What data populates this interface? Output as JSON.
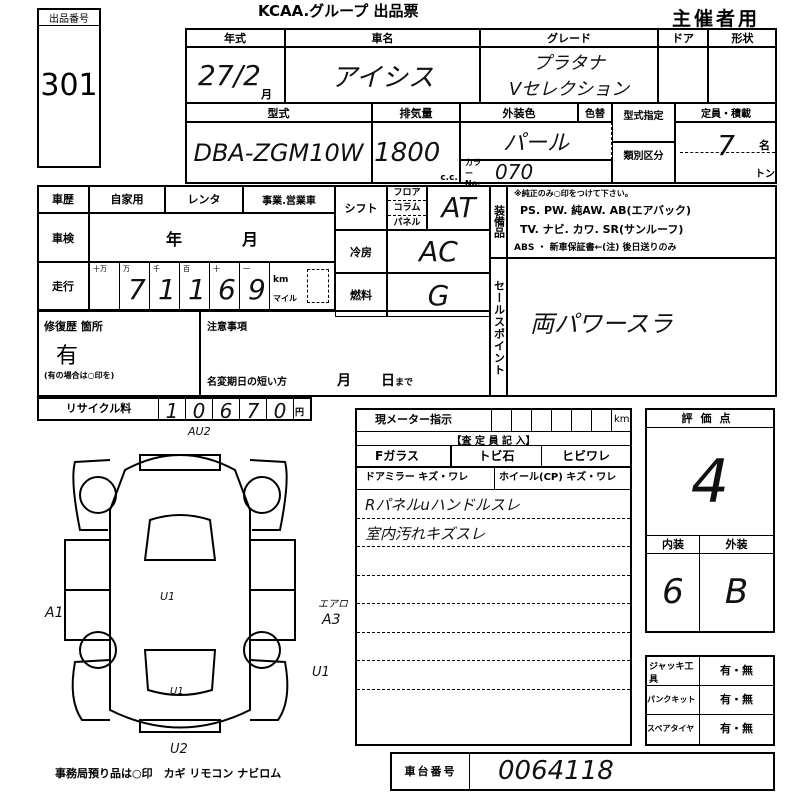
{
  "header": {
    "lot_label": "出品番号",
    "lot_number": "301",
    "title": "KCAA.グループ 出品票",
    "usage": "主催者用"
  },
  "vehicle": {
    "year_label": "年式",
    "year": "27/2",
    "month_suffix": "月",
    "name_label": "車名",
    "name": "アイシス",
    "grade_label": "グレード",
    "grade_line1": "プラタナ",
    "grade_line2": "Vセレクション",
    "door_label": "ドア",
    "shape_label": "形状",
    "model_label": "型式",
    "model": "DBA-ZGM10W",
    "displacement_label": "排気量",
    "displacement": "1800",
    "cc": "c.c.",
    "color_label": "外装色",
    "color": "パール",
    "color_change_label": "色替",
    "color_no_label": "カラーNo.",
    "color_no": "070",
    "type_designation_label": "型式指定",
    "class_label": "類別区分",
    "capacity_label": "定員・積載",
    "capacity": "7",
    "capacity_unit": "名",
    "load_unit": "トン"
  },
  "history": {
    "label": "車歴",
    "opt1": "自家用",
    "opt2": "レンタ",
    "opt3": "事業.営業車",
    "inspection_label": "車検",
    "year_unit": "年",
    "month_unit": "月",
    "mileage_label": "走行",
    "digit_labels": [
      "十万",
      "万",
      "千",
      "百",
      "十",
      "一"
    ],
    "mileage_digits": [
      "",
      "7",
      "1",
      "1",
      "6",
      "9"
    ],
    "km": "km",
    "mile": "マイル"
  },
  "drive": {
    "shift_label": "シフト",
    "shift_opts": [
      "フロア",
      "コラム",
      "パネル"
    ],
    "shift": "AT",
    "ac_label": "冷房",
    "ac": "AC",
    "fuel_label": "燃料",
    "fuel": "G"
  },
  "equipment": {
    "label": "装備品",
    "note": "※純正のみ○印をつけて下さい。",
    "line1": "PS. PW. 純AW. AB(エアバック)",
    "line2": "TV. ナビ. カワ. SR(サンルーフ)",
    "line3": "ABS ・ 新車保証書←(注) 後日送りのみ"
  },
  "sales_point": {
    "label": "セールスポイント",
    "text": "両パワースラ"
  },
  "repair": {
    "label": "修復歴 箇所",
    "value": "有",
    "note": "(有の場合は○印を)"
  },
  "caution": {
    "label": "注意事項",
    "name_change": "名変期日の短い方",
    "month": "月",
    "day": "日",
    "until": "まで"
  },
  "recycle": {
    "label": "リサイクル料",
    "digits": [
      "1",
      "0",
      "6",
      "7",
      "0"
    ],
    "yen": "円"
  },
  "meter": {
    "label": "現メーター指示",
    "km": "km",
    "inspector": "【査 定 員 記 入】",
    "fglass": "Fガラス",
    "tobiishi": "トビ石",
    "hibiware": "ヒビワレ",
    "mirror": "ドアミラー",
    "mirror_opt": "キズ・ワレ",
    "wheel": "ホイール(CP)",
    "wheel_opt": "キズ・ワレ",
    "notes": [
      "Rパネルuハンドルスレ",
      "室内汚れキズスレ",
      "",
      "",
      "",
      "",
      "",
      ""
    ]
  },
  "score": {
    "label": "評価点",
    "value": "4",
    "interior_label": "内装",
    "exterior_label": "外装",
    "interior": "6",
    "exterior": "B"
  },
  "items": [
    {
      "label": "ジャッキ工具",
      "value": "有・無"
    },
    {
      "label": "パンクキット",
      "value": "有・無"
    },
    {
      "label": "スペアタイヤ",
      "value": "有・無"
    }
  ],
  "chassis": {
    "label": "車台番号",
    "value": "0064118"
  },
  "diagram": {
    "marks": [
      "AU2",
      "A1",
      "エアロ",
      "A3",
      "U1",
      "U1",
      "U1",
      "U2"
    ]
  },
  "footer": "事務局預り品は○印　カギ リモコン ナビロム"
}
